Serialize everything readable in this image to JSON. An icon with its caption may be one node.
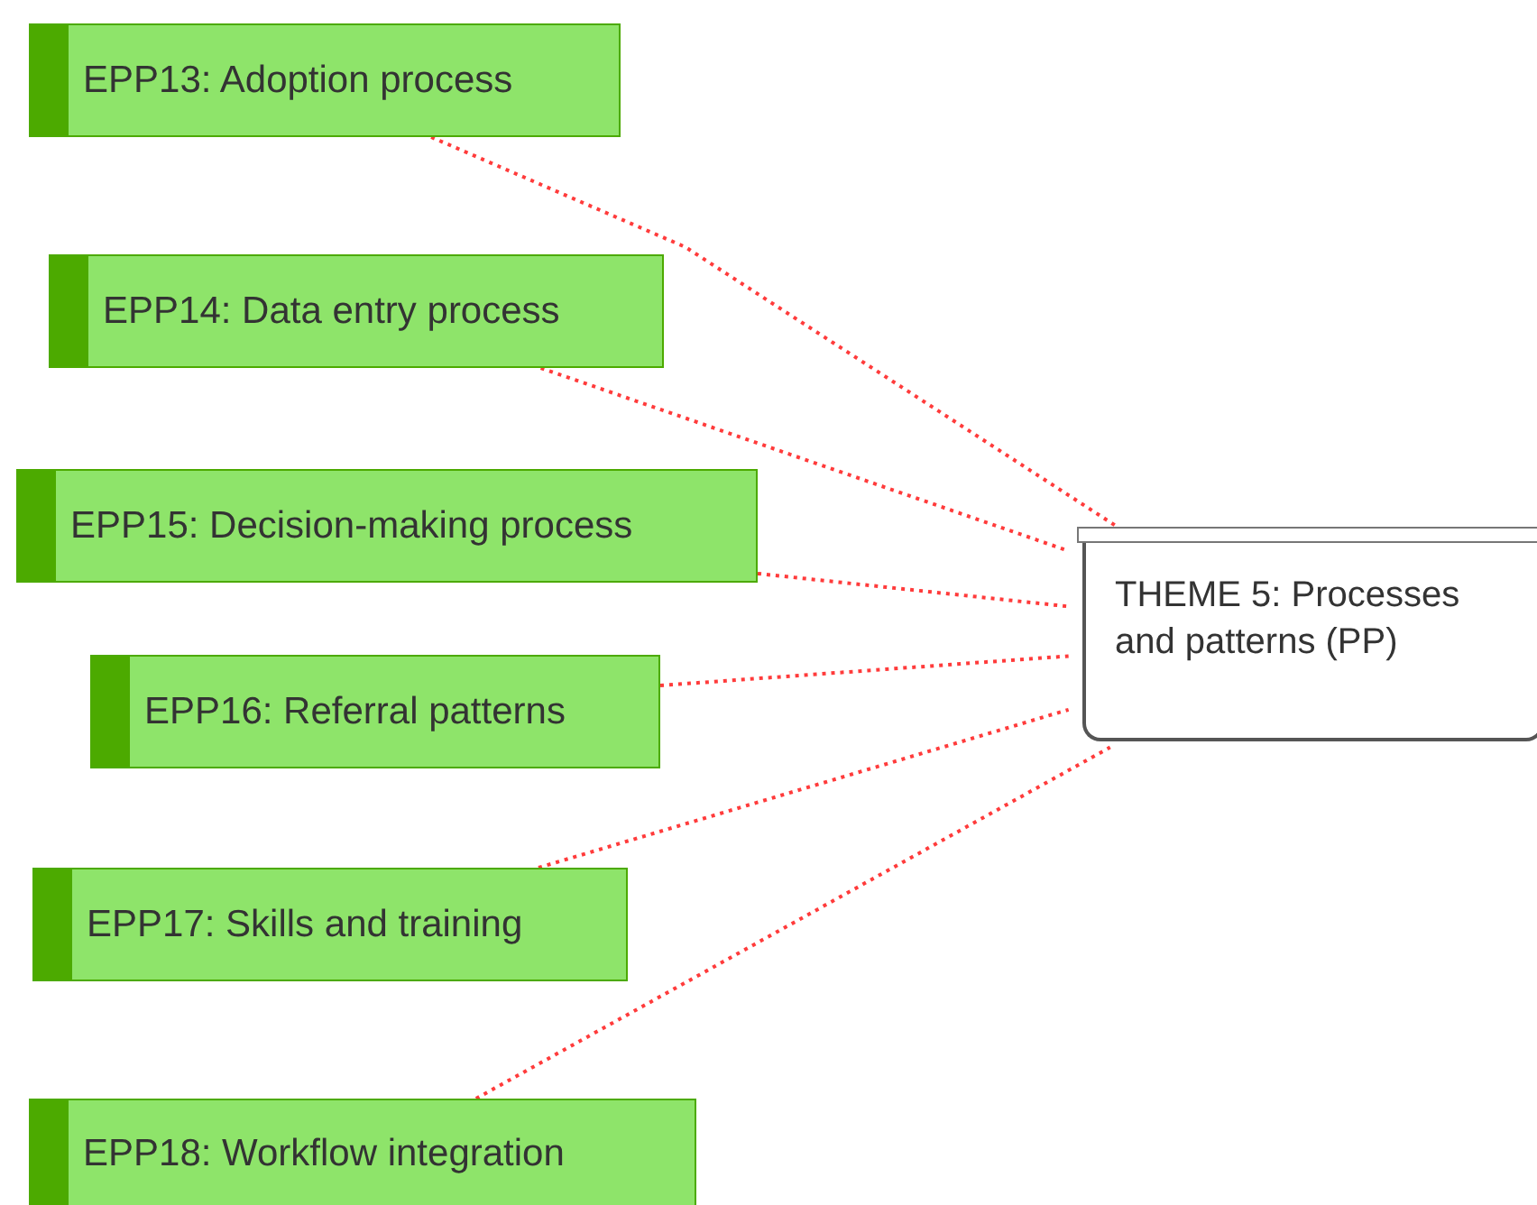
{
  "diagram": {
    "nodes": [
      {
        "text": [
          "EPP13: Adoption process"
        ]
      },
      {
        "text": [
          "EPP14: Data entry process"
        ]
      },
      {
        "text": [
          "EPP15: Decision-making process"
        ]
      },
      {
        "text": [
          "EPP16: Referral patterns"
        ]
      },
      {
        "text": [
          "EPP17: Skills and training"
        ]
      },
      {
        "text": [
          "EPP18: Workflow integration"
        ]
      },
      {
        "text": [
          "THEME 5: Processes and patterns (PP)"
        ]
      }
    ],
    "edges": [
      {
        "from": 0,
        "to": 6,
        "arrow": "none"
      },
      {
        "from": 1,
        "to": 6,
        "arrow": "none"
      },
      {
        "from": 2,
        "to": 6,
        "arrow": "none"
      },
      {
        "from": 3,
        "to": 6,
        "arrow": "none"
      },
      {
        "from": 4,
        "to": 6,
        "arrow": "none"
      },
      {
        "from": 5,
        "to": 6,
        "arrow": "none"
      }
    ]
  }
}
